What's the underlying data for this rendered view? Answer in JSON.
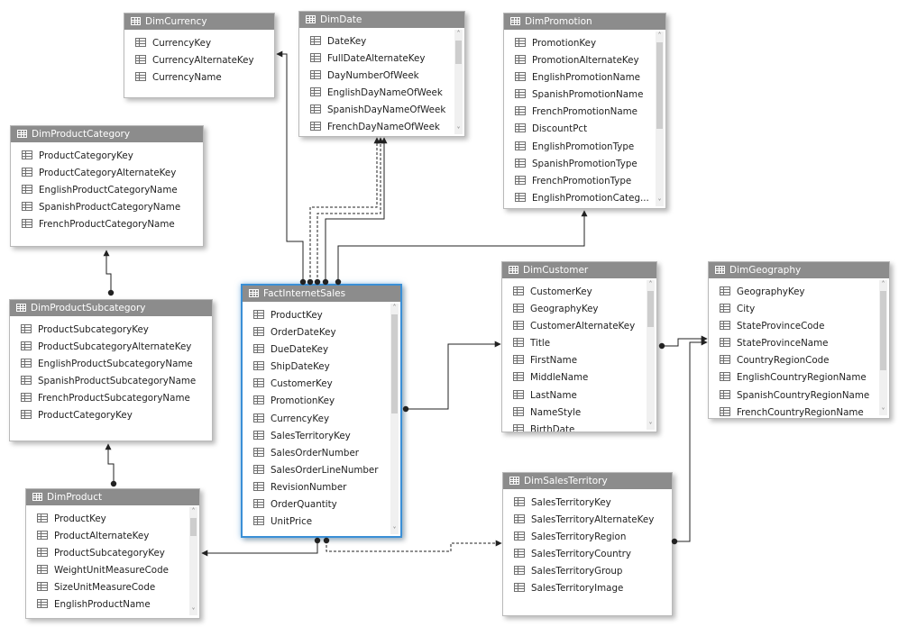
{
  "tables": [
    {
      "id": "DimCurrency",
      "title": "DimCurrency",
      "columns": [
        "CurrencyKey",
        "CurrencyAlternateKey",
        "CurrencyName"
      ]
    },
    {
      "id": "DimDate",
      "title": "DimDate",
      "columns": [
        "DateKey",
        "FullDateAlternateKey",
        "DayNumberOfWeek",
        "EnglishDayNameOfWeek",
        "SpanishDayNameOfWeek",
        "FrenchDayNameOfWeek"
      ]
    },
    {
      "id": "DimPromotion",
      "title": "DimPromotion",
      "columns": [
        "PromotionKey",
        "PromotionAlternateKey",
        "EnglishPromotionName",
        "SpanishPromotionName",
        "FrenchPromotionName",
        "DiscountPct",
        "EnglishPromotionType",
        "SpanishPromotionType",
        "FrenchPromotionType",
        "EnglishPromotionCateg..."
      ]
    },
    {
      "id": "DimProductCategory",
      "title": "DimProductCategory",
      "columns": [
        "ProductCategoryKey",
        "ProductCategoryAlternateKey",
        "EnglishProductCategoryName",
        "SpanishProductCategoryName",
        "FrenchProductCategoryName"
      ]
    },
    {
      "id": "DimProductSubcategory",
      "title": "DimProductSubcategory",
      "columns": [
        "ProductSubcategoryKey",
        "ProductSubcategoryAlternateKey",
        "EnglishProductSubcategoryName",
        "SpanishProductSubcategoryName",
        "FrenchProductSubcategoryName",
        "ProductCategoryKey"
      ]
    },
    {
      "id": "FactInternetSales",
      "title": "FactInternetSales",
      "columns": [
        "ProductKey",
        "OrderDateKey",
        "DueDateKey",
        "ShipDateKey",
        "CustomerKey",
        "PromotionKey",
        "CurrencyKey",
        "SalesTerritoryKey",
        "SalesOrderNumber",
        "SalesOrderLineNumber",
        "RevisionNumber",
        "OrderQuantity",
        "UnitPrice"
      ]
    },
    {
      "id": "DimCustomer",
      "title": "DimCustomer",
      "columns": [
        "CustomerKey",
        "GeographyKey",
        "CustomerAlternateKey",
        "Title",
        "FirstName",
        "MiddleName",
        "LastName",
        "NameStyle",
        "BirthDate"
      ]
    },
    {
      "id": "DimGeography",
      "title": "DimGeography",
      "columns": [
        "GeographyKey",
        "City",
        "StateProvinceCode",
        "StateProvinceName",
        "CountryRegionCode",
        "EnglishCountryRegionName",
        "SpanishCountryRegionName",
        "FrenchCountryRegionName"
      ]
    },
    {
      "id": "DimSalesTerritory",
      "title": "DimSalesTerritory",
      "columns": [
        "SalesTerritoryKey",
        "SalesTerritoryAlternateKey",
        "SalesTerritoryRegion",
        "SalesTerritoryCountry",
        "SalesTerritoryGroup",
        "SalesTerritoryImage"
      ]
    },
    {
      "id": "DimProduct",
      "title": "DimProduct",
      "columns": [
        "ProductKey",
        "ProductAlternateKey",
        "ProductSubcategoryKey",
        "WeightUnitMeasureCode",
        "SizeUnitMeasureCode",
        "EnglishProductName"
      ]
    }
  ],
  "relationships": [
    {
      "from": "FactInternetSales",
      "to": "DimCurrency",
      "active": true
    },
    {
      "from": "FactInternetSales",
      "to": "DimDate",
      "active": false
    },
    {
      "from": "FactInternetSales",
      "to": "DimDate",
      "active": false
    },
    {
      "from": "FactInternetSales",
      "to": "DimDate",
      "active": true
    },
    {
      "from": "FactInternetSales",
      "to": "DimPromotion",
      "active": true
    },
    {
      "from": "FactInternetSales",
      "to": "DimCustomer",
      "active": true
    },
    {
      "from": "FactInternetSales",
      "to": "DimProduct",
      "active": true
    },
    {
      "from": "FactInternetSales",
      "to": "DimSalesTerritory",
      "active": false
    },
    {
      "from": "DimProductSubcategory",
      "to": "DimProductCategory",
      "active": true
    },
    {
      "from": "DimProduct",
      "to": "DimProductSubcategory",
      "active": true
    },
    {
      "from": "DimCustomer",
      "to": "DimGeography",
      "active": true
    },
    {
      "from": "DimSalesTerritory",
      "to": "DimGeography",
      "active": true
    }
  ],
  "selected_table": "FactInternetSales",
  "colors": {
    "header": "#8c8c8c",
    "selection": "#3a8fd6",
    "line": "#222222"
  }
}
